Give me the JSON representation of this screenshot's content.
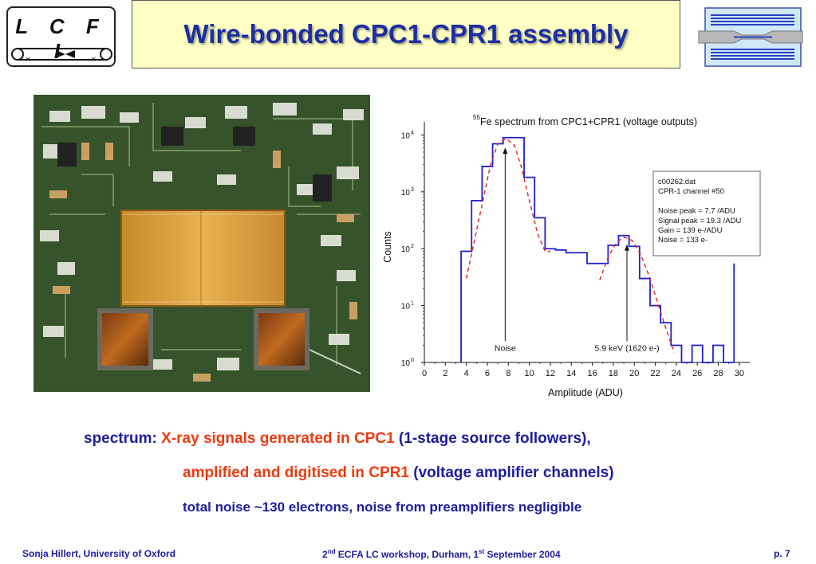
{
  "logo": {
    "letters": "L C F I"
  },
  "title": "Wire-bonded CPC1-CPR1 assembly",
  "chart_data": {
    "type": "line",
    "title_prefix": "55",
    "title": "Fe spectrum from CPC1+CPR1 (voltage outputs)",
    "xlabel": "Amplitude (ADU)",
    "ylabel": "Counts",
    "xlim": [
      0,
      31
    ],
    "yscale": "log",
    "ylim": [
      1,
      17000
    ],
    "x_ticks": [
      "0",
      "2",
      "4",
      "6",
      "8",
      "10",
      "12",
      "14",
      "16",
      "18",
      "20",
      "22",
      "24",
      "26",
      "28",
      "30"
    ],
    "y_ticks": [
      "10",
      "10",
      "10",
      "10",
      "10"
    ],
    "y_tick_exponents": [
      "0",
      "1",
      "2",
      "3",
      "4"
    ],
    "series": [
      {
        "color": "#1f1fd0",
        "style": "step",
        "edges": [
          3.5,
          4.5,
          5.5,
          6.5,
          7.5,
          8.5,
          9.5,
          10.5,
          11.5,
          12.5,
          13.5,
          14.5,
          15.5,
          16.5,
          17.5,
          18.5,
          19.5,
          20.5,
          21.5,
          22.5,
          23.5,
          24.5,
          25.5,
          26.5,
          27.5,
          28.5,
          29.5
        ],
        "counts": [
          90,
          700,
          2800,
          7000,
          9000,
          9000,
          1800,
          350,
          100,
          95,
          85,
          85,
          55,
          55,
          115,
          170,
          110,
          30,
          10,
          5,
          2,
          1,
          2,
          1,
          2,
          1
        ]
      },
      {
        "color": "#e02020",
        "style": "dashed",
        "points": [
          [
            4.0,
            30
          ],
          [
            4.7,
            120
          ],
          [
            5.5,
            600
          ],
          [
            6.3,
            3000
          ],
          [
            7.0,
            7000
          ],
          [
            7.8,
            8700
          ],
          [
            8.6,
            6500
          ],
          [
            9.3,
            2500
          ],
          [
            10.0,
            700
          ],
          [
            10.8,
            180
          ],
          [
            11.5,
            90
          ],
          [
            12.0,
            90
          ]
        ]
      },
      {
        "color": "#e02020",
        "style": "dashed",
        "points": [
          [
            16.7,
            28
          ],
          [
            17.5,
            70
          ],
          [
            18.3,
            130
          ],
          [
            19.0,
            160
          ],
          [
            19.8,
            140
          ],
          [
            20.6,
            80
          ],
          [
            21.5,
            30
          ],
          [
            22.3,
            10
          ],
          [
            23.0,
            4
          ],
          [
            23.8,
            1.5
          ]
        ]
      },
      {
        "color": "#1f1fd0",
        "style": "spike",
        "points": [
          [
            29.5,
            1
          ],
          [
            29.5,
            55
          ]
        ]
      }
    ],
    "infobox": [
      "c00262.dat",
      "CPR-1 channel #50",
      "",
      "Noise peak = 7.7 /ADU",
      "Signal peak = 19.3 /ADU",
      "Gain = 139 e-/ADU",
      "Noise = 133 e-"
    ],
    "annotations": [
      {
        "text": "Noise",
        "x": 7.7,
        "y_text": 1.6,
        "y_tip": 6000
      },
      {
        "text": "5.9 keV (1620 e-)",
        "x": 19.3,
        "y_text": 1.6,
        "y_tip": 120
      }
    ]
  },
  "text": {
    "line1_a": "spectrum: ",
    "line1_b": "X-ray signals generated in CPC1",
    "line1_c": " (1-stage source followers),",
    "line2_a": "amplified and digitised in CPR1",
    "line2_b": " (voltage amplifier channels)",
    "line3": "total noise ~130 electrons, noise from preamplifiers negligible"
  },
  "footer": {
    "left": "Sonja Hillert, University of Oxford",
    "mid_1": "2",
    "mid_sup1": "nd",
    "mid_2": " ECFA LC workshop, Durham, 1",
    "mid_sup2": "st",
    "mid_3": " September 2004",
    "right": "p. 7"
  }
}
